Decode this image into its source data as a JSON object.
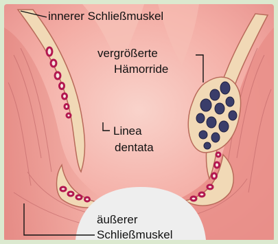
{
  "labels": {
    "inner_sphincter": "innerer Schließmuskel",
    "hemorrhoid_line1": "vergrößerte",
    "hemorrhoid_line2": "Hämorride",
    "dentate_line1": "Linea",
    "dentate_line2": "dentata",
    "outer_line1": "äußerer",
    "outer_line2": "Schließmuskel"
  },
  "colors": {
    "border": "#dbe9cf",
    "tissue": "#f2a9a0",
    "tissue_light": "#f8cfc6",
    "tissue_dark": "#e07f7a",
    "muscle": "#f1d9b6",
    "hemorrhoid": "#3a3d6a",
    "vessel": "#b2174f",
    "lumen": "#eeeeee"
  }
}
